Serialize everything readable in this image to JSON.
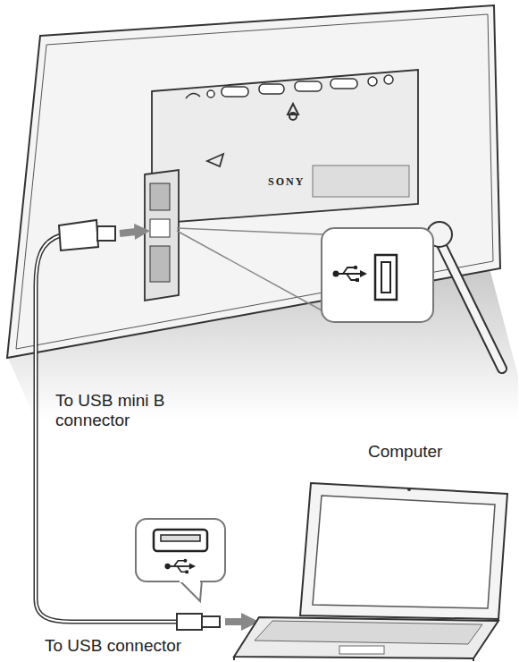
{
  "diagram": {
    "labels": [
      "SONY",
      "To USB mini B connector",
      "Computer",
      "To USB connector"
    ]
  }
}
